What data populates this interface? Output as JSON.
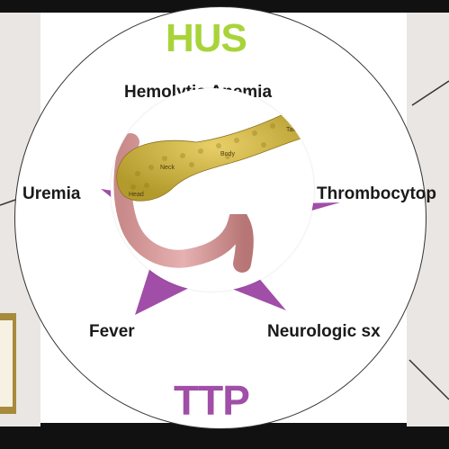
{
  "diagram": {
    "top_title": "HUS",
    "bottom_title": "TTP",
    "symptoms": {
      "top": "Hemolytic Anemia",
      "left": "Uremia",
      "right": "Thrombocytop",
      "bottom_left": "Fever",
      "bottom_right": "Neurologic sx"
    },
    "star_color": "#a04ea8",
    "hus_color": "#a8d43a",
    "ttp_color": "#a04ea8"
  },
  "inset_image": {
    "subject": "pancreas",
    "labels": {
      "head": "Head",
      "neck": "Neck",
      "body": "Body",
      "tail": "Tail"
    }
  }
}
